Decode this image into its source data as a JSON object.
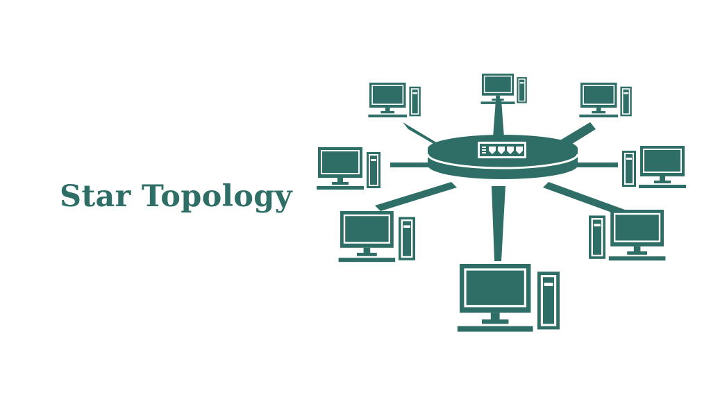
{
  "slide": {
    "title": "Star Topology"
  },
  "diagram": {
    "type": "star-network",
    "hub": "network-switch",
    "hub_ports": 4,
    "node_count": 8,
    "node_icon": "desktop-computer-icon",
    "color": "#2e6e66"
  }
}
